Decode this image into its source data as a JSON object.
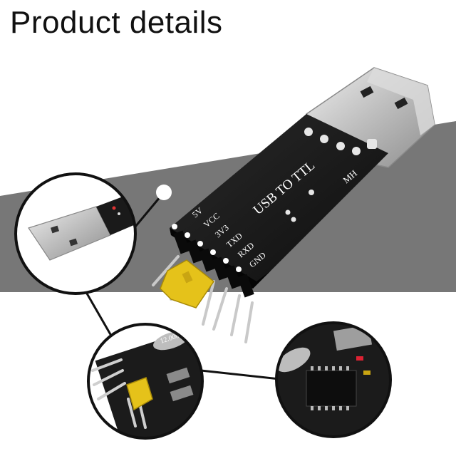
{
  "page": {
    "heading": "Product details"
  },
  "board": {
    "main_label": "USB TO TTL",
    "brand_mark": "MH",
    "pins": [
      "5V",
      "VCC",
      "3V3",
      "TXD",
      "RXD",
      "GND"
    ]
  },
  "insets": {
    "crystal_label": "12.000"
  },
  "colors": {
    "band": "#777777",
    "pcb": "#161616",
    "usb_metal": "#cfcfcf",
    "jumper": "#e5c21a",
    "pin_metal": "#c9c9c9",
    "callout_line": "#111111"
  }
}
